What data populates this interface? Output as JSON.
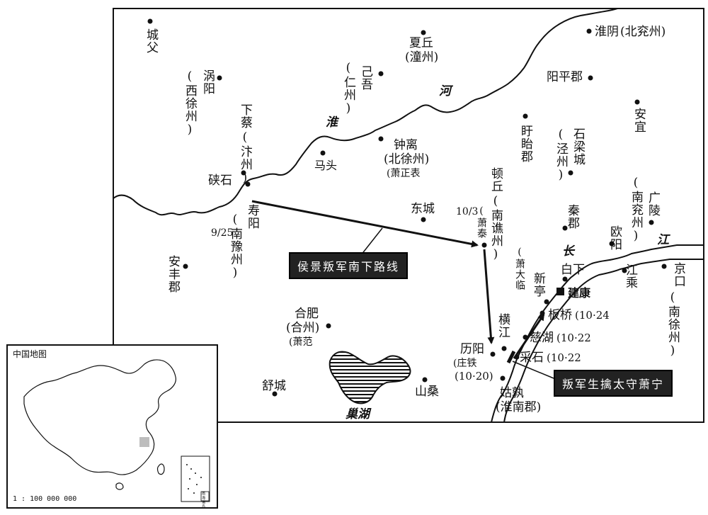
{
  "map": {
    "places": {
      "chengfu": "城父",
      "woyang": "涡阳",
      "woyang_sub": "(西徐州)",
      "xiacai": "下蔡",
      "xiacai_sub": "(汴州)",
      "xiashi": "硖石",
      "shouyang": "寿阳",
      "shouyang_sub": "(南豫州)",
      "shouyang_date": "9/25",
      "anfeng": "安丰郡",
      "xiaqiu": "夏丘",
      "xiaqiu_sub": "(潼州)",
      "jiwu": "己吾",
      "jiwu_sub": "(仁州)",
      "matou": "马头",
      "zhongli": "钟离",
      "zhongli_sub": "(北徐州)",
      "zhongli_person": "(萧正表",
      "dongcheng": "东城",
      "hefei": "合肥",
      "hefei_sub": "(合州)",
      "hefei_person": "(萧范",
      "shucheng": "舒城",
      "shansang": "山桑",
      "chaohu": "巢湖",
      "dunqiu": "顿丘",
      "dunqiu_sub": "(南谯州)",
      "dunqiu_person": "(萧泰",
      "dunqiu_date": "10/3",
      "huaiyin": "淮阴",
      "huaiyin_sub": "(北兖州)",
      "yangping": "阳平郡",
      "xuyi": "盱眙郡",
      "shiliang": "石梁城",
      "shiliang_sub": "(泾州)",
      "anyi": "安宜",
      "guangling": "广陵",
      "guangling_sub": "(南兖州)",
      "qinjun": "秦郡",
      "xiaolin": "(萧大临",
      "xinting": "新亭",
      "baixia": "白下",
      "jiankang": "建康",
      "ouyang": "欧阳",
      "jiangcheng": "江乘",
      "jingkou": "京口",
      "jingkou_sub": "(南徐州)",
      "banqiao": "板桥",
      "banqiao_date": "(10·24",
      "cihu": "慈湖",
      "cihu_date": "(10·22",
      "caishi": "采石",
      "caishi_date": "(10·22",
      "hengjiang": "横江",
      "liyang": "历阳",
      "liyang_person": "(庄铁",
      "liyang_date": "(10·20)",
      "gushu": "姑孰",
      "gushu_sub": "(淮南郡)"
    },
    "rivers": {
      "huai1": "淮",
      "huai2": "河",
      "chang1": "长",
      "chang2": "江"
    },
    "callouts": {
      "route": "侯景叛军南下路线",
      "capture": "叛军生擒太守萧宁"
    },
    "inset": {
      "title": "中国地图",
      "scale": "1 : 100 000 000",
      "south_sea": "南海诸岛"
    }
  }
}
